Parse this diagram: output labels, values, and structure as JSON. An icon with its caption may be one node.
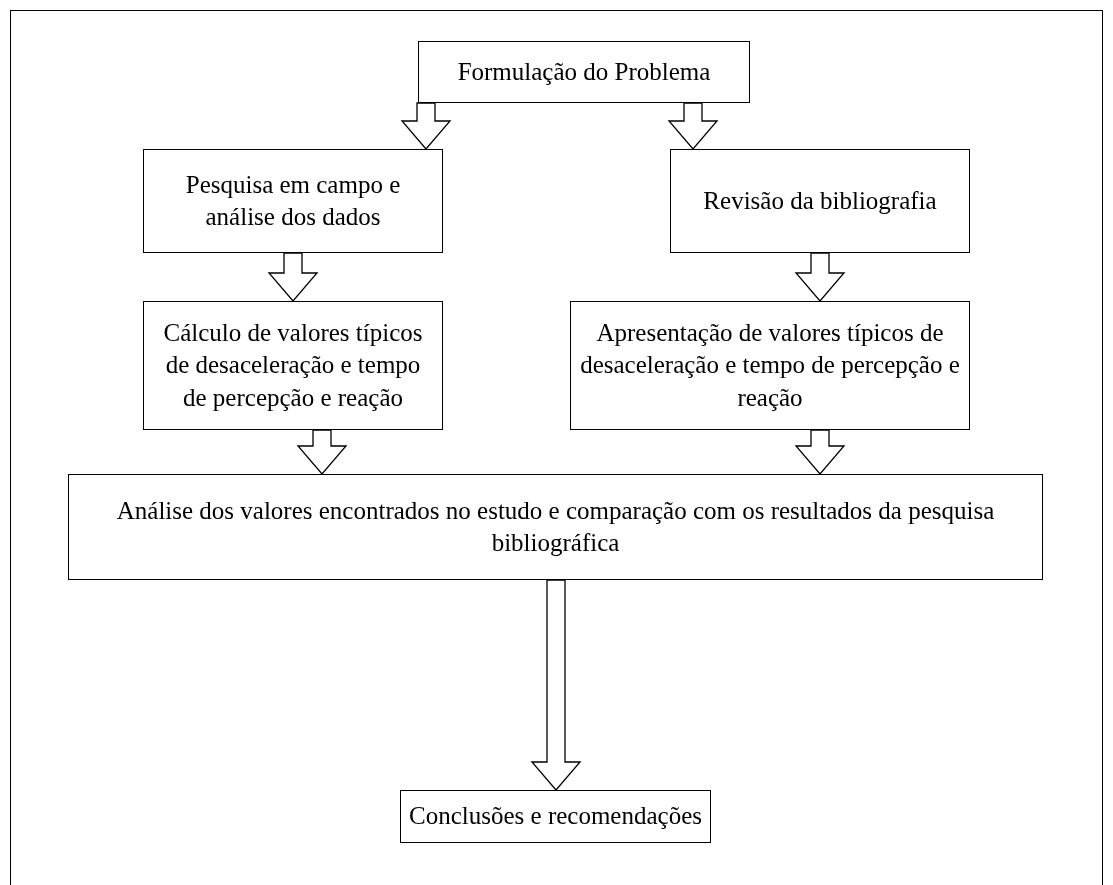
{
  "diagram": {
    "nodes": [
      {
        "text": [
          "Formulação do Problema"
        ]
      },
      {
        "text": [
          "Pesquisa em campo e análise dos dados"
        ]
      },
      {
        "text": [
          "Revisão da bibliografia"
        ]
      },
      {
        "text": [
          "Cálculo de valores típicos de desaceleração e tempo de percepção e reação"
        ]
      },
      {
        "text": [
          "Apresentação de valores típicos de desaceleração e tempo de percepção e reação"
        ]
      },
      {
        "text": [
          "Análise dos valores encontrados no estudo e comparação com os resultados da pesquisa bibliográfica"
        ]
      },
      {
        "text": [
          "Conclusões e recomendações"
        ]
      }
    ],
    "edges": [
      {
        "from": 0,
        "to": 1,
        "arrow": "to"
      },
      {
        "from": 0,
        "to": 2,
        "arrow": "to"
      },
      {
        "from": 1,
        "to": 3,
        "arrow": "to"
      },
      {
        "from": 2,
        "to": 4,
        "arrow": "to"
      },
      {
        "from": 3,
        "to": 5,
        "arrow": "to"
      },
      {
        "from": 4,
        "to": 5,
        "arrow": "to"
      },
      {
        "from": 5,
        "to": 6,
        "arrow": "to"
      }
    ]
  }
}
